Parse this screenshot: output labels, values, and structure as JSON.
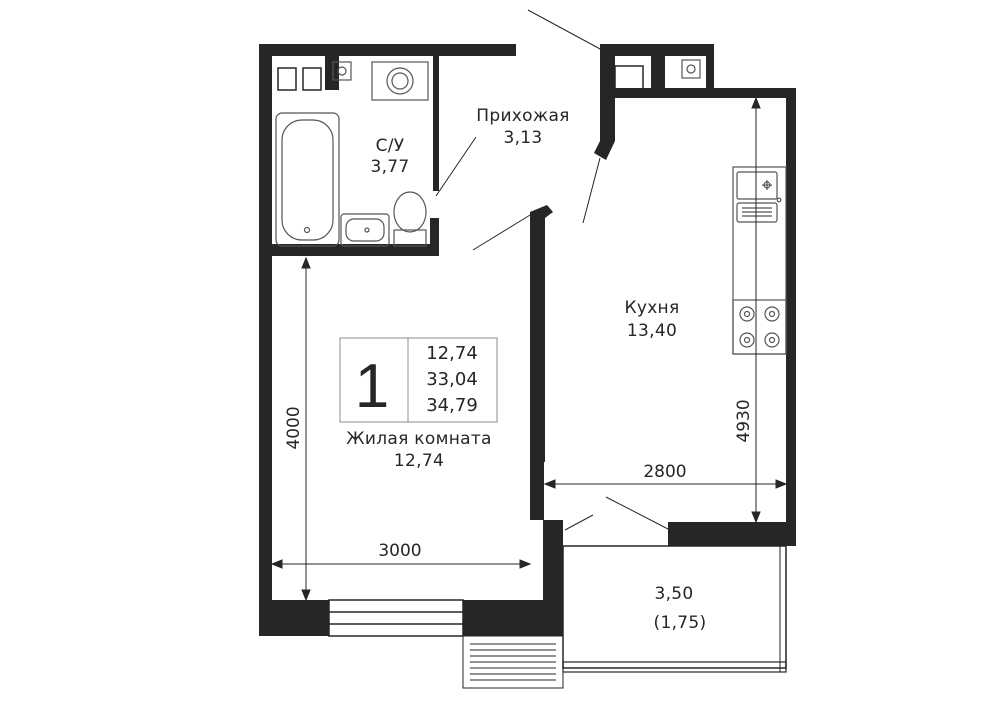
{
  "rooms": {
    "bathroom": {
      "name": "С/У",
      "area": "3,77"
    },
    "hall": {
      "name": "Прихожая",
      "area": "3,13"
    },
    "kitchen": {
      "name": "Кухня",
      "area": "13,40"
    },
    "living": {
      "name": "Жилая комната",
      "area": "12,74"
    },
    "balcony": {
      "area": "3,50",
      "reduced_area": "(1,75)"
    }
  },
  "dimensions": {
    "living_height": "4000",
    "living_width": "3000",
    "kitchen_width": "2800",
    "kitchen_height": "4930"
  },
  "summary": {
    "rooms_count": "1",
    "living_area": "12,74",
    "total_area": "33,04",
    "total_with_balcony": "34,79"
  },
  "colors": {
    "wall": "#262626",
    "line": "#8c8c8c",
    "fixture": "#555555"
  }
}
